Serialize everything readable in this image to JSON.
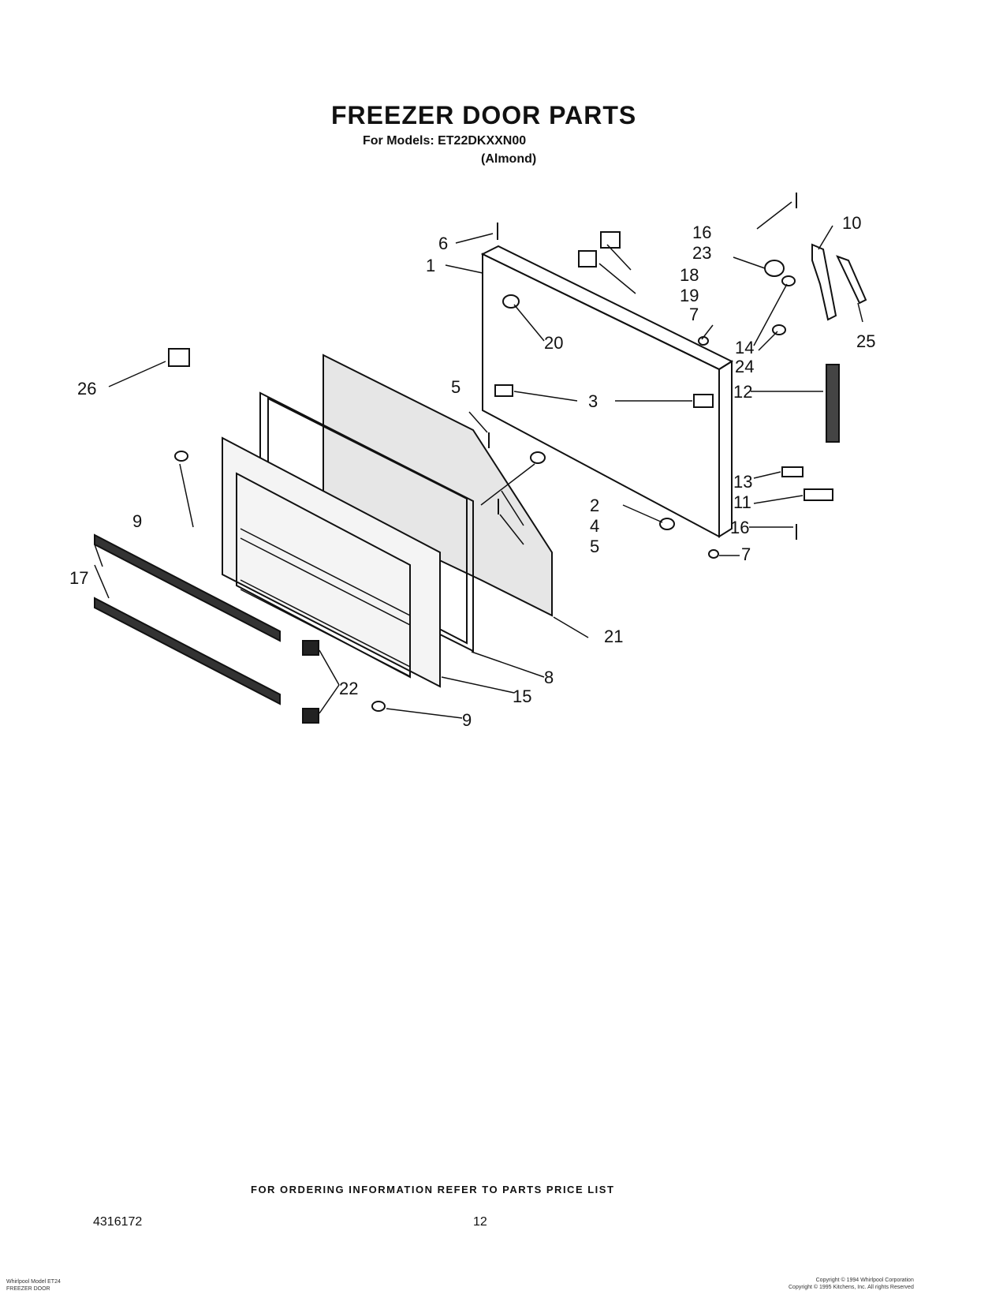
{
  "header": {
    "title": "FREEZER DOOR PARTS",
    "models_line": "For Models: ET22DKXXN00",
    "color_note": "(Almond)"
  },
  "callouts": [
    "1",
    "2",
    "3",
    "4",
    "5",
    "5",
    "6",
    "7",
    "7",
    "8",
    "9",
    "9",
    "10",
    "11",
    "12",
    "13",
    "14",
    "15",
    "16",
    "16",
    "17",
    "18",
    "19",
    "20",
    "21",
    "22",
    "23",
    "24",
    "25",
    "26"
  ],
  "footer": {
    "ordering_note": "FOR ORDERING INFORMATION REFER TO PARTS PRICE LIST",
    "doc_number": "4316172",
    "page_number": "12",
    "left_small_1": "Whirlpool Model ET24",
    "left_small_2": "FREEZER DOOR",
    "right_small_1": "Copyright © 1994 Whirlpool Corporation",
    "right_small_2": "Copyright © 1995 Kitchens, Inc. All rights Reserved"
  }
}
